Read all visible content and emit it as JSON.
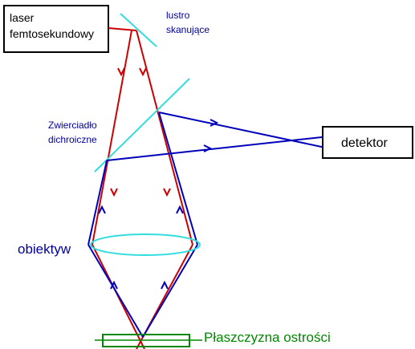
{
  "labels": {
    "laser": "laser\nfemtosekundowy",
    "laser_line1": "laser",
    "laser_line2": "femtosekundowy",
    "scan_mirror_line1": "lustro",
    "scan_mirror_line2": "skanujące",
    "dichroic_line1": "Zwierciadło",
    "dichroic_line2": "dichroiczne",
    "detector": "detektor",
    "objective": "obiektyw",
    "focal_plane": "Płaszczyzna ostrości"
  },
  "colors": {
    "excitation_beam": "#cc0000",
    "emission_beam": "#0000bb",
    "mirror": "#33dddd",
    "focal_plane": "#008800",
    "label_blue": "#000099",
    "box_border": "#000000"
  },
  "icons": {
    "arrow_up": "chevron-up",
    "arrow_down": "chevron-down",
    "arrow_right": "chevron-right"
  }
}
